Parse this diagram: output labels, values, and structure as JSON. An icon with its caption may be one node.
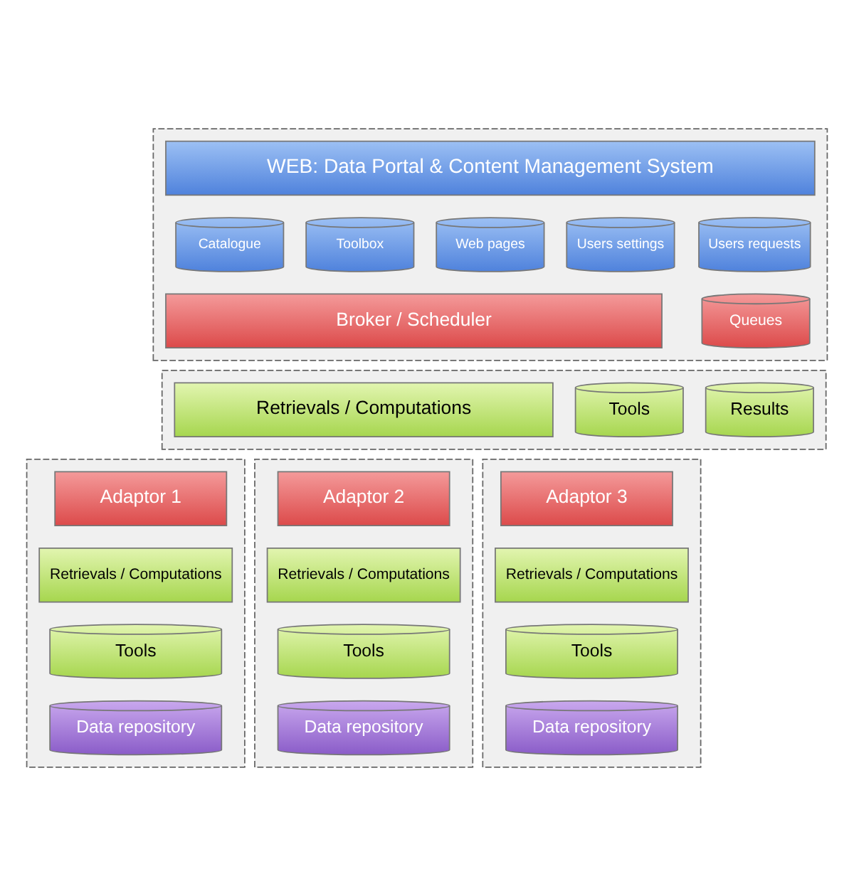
{
  "diagram": {
    "nodes": [
      {
        "text": [],
        "shape": "box"
      },
      {
        "text": [
          "WEB: Data Portal & Content Management System"
        ],
        "in": 0
      },
      {
        "text": [
          "Catalogue"
        ],
        "in": 0
      },
      {
        "text": [
          "Toolbox"
        ],
        "in": 0
      },
      {
        "text": [
          "Web pages"
        ],
        "in": 0
      },
      {
        "text": [
          "Users settings"
        ],
        "in": 0
      },
      {
        "text": [
          "Users requests"
        ],
        "in": 0
      },
      {
        "text": [
          "Broker / Scheduler"
        ],
        "in": 0
      },
      {
        "text": [
          "Queues"
        ],
        "in": 0
      },
      {
        "text": [],
        "shape": "box"
      },
      {
        "text": [
          "Retrievals / Computations"
        ],
        "in": 9
      },
      {
        "text": [
          "Tools"
        ],
        "in": 9
      },
      {
        "text": [
          "Results"
        ],
        "in": 9
      },
      {
        "text": [],
        "shape": "box"
      },
      {
        "text": [
          "Adaptor 1"
        ],
        "in": 13
      },
      {
        "text": [
          "Retrievals / Computations"
        ],
        "in": 13
      },
      {
        "text": [
          "Tools"
        ],
        "in": 13
      },
      {
        "text": [
          "Data repository"
        ],
        "in": 13
      },
      {
        "text": [],
        "shape": "box"
      },
      {
        "text": [
          "Adaptor 2"
        ],
        "in": 18
      },
      {
        "text": [
          "Retrievals / Computations"
        ],
        "in": 18
      },
      {
        "text": [
          "Tools"
        ],
        "in": 18
      },
      {
        "text": [
          "Data repository"
        ],
        "in": 18
      },
      {
        "text": [],
        "shape": "box"
      },
      {
        "text": [
          "Adaptor 3"
        ],
        "in": 23
      },
      {
        "text": [
          "Retrievals / Computations"
        ],
        "in": 23
      },
      {
        "text": [
          "Tools"
        ],
        "in": 23
      },
      {
        "text": [
          "Data repository"
        ],
        "in": 23
      }
    ]
  }
}
